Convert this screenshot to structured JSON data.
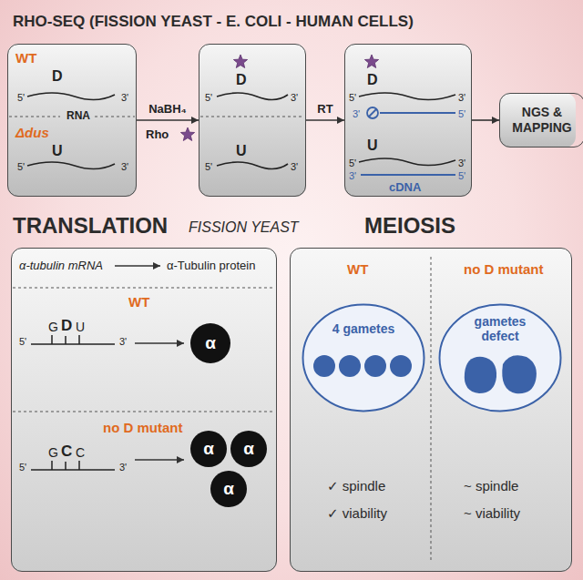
{
  "diagram": {
    "title": "RHO-SEQ (FISSION YEAST - E. COLI - HUMAN CELLS)",
    "nodes": [
      {
        "text": [
          "WT",
          "D",
          "5'",
          "3'",
          "RNA",
          "Δdus",
          "U",
          "5'",
          "3'"
        ]
      },
      {
        "text": [
          "D",
          "5'",
          "3'",
          "U",
          "5'",
          "3'"
        ]
      },
      {
        "text": [
          "D",
          "5'",
          "3'",
          "3'",
          "5'",
          "U",
          "5'",
          "3'",
          "3'",
          "5'",
          "cDNA"
        ]
      },
      {
        "text": [
          "NGS & MAPPING"
        ]
      },
      {
        "text": [
          "α-tubulin mRNA",
          "α-Tubulin protein",
          "WT",
          "G",
          "D",
          "U",
          "5'",
          "3'",
          "no D mutant",
          "G",
          "C",
          "C",
          "5'",
          "3'"
        ]
      },
      {
        "text": [
          "α"
        ],
        "in": 4
      },
      {
        "text": [
          "α"
        ],
        "in": 4
      },
      {
        "text": [
          "α"
        ],
        "in": 4
      },
      {
        "text": [
          "α"
        ],
        "in": 4
      },
      {
        "text": [
          "WT",
          "no D mutant",
          "✓ spindle",
          "✓ viability",
          "~ spindle",
          "~ viability"
        ]
      },
      {
        "text": [
          "4 gametes"
        ],
        "in": 9
      },
      {
        "text": [
          "gametes defect"
        ],
        "in": 9
      }
    ],
    "edges": [
      {
        "from": 0,
        "to": 1,
        "arrow": "to",
        "label": "NaBH₄"
      },
      {
        "from": 1,
        "to": 2,
        "arrow": "to",
        "label": "RT"
      },
      {
        "from": 2,
        "to": 3,
        "arrow": "to"
      }
    ],
    "labels": [
      "Rho",
      "TRANSLATION",
      "FISSION YEAST",
      "MEIOSIS"
    ]
  }
}
